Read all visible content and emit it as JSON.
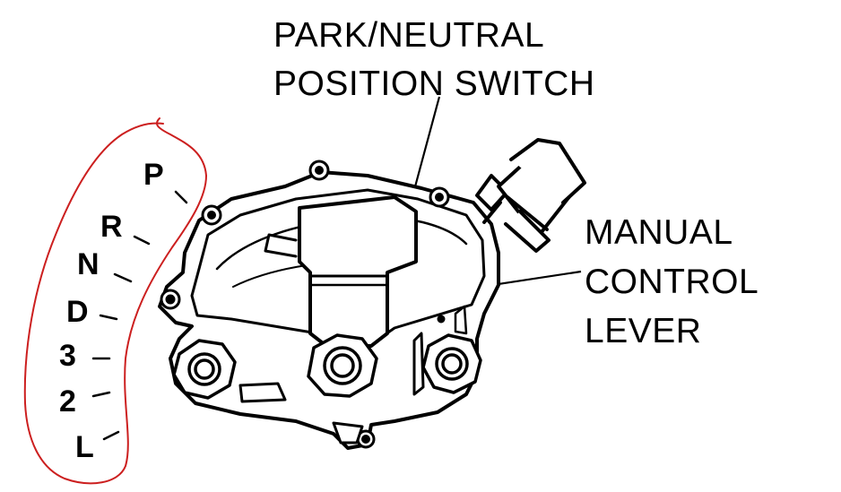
{
  "callouts": {
    "switch": [
      "PARK/NEUTRAL",
      "POSITION SWITCH"
    ],
    "lever": [
      "MANUAL",
      "CONTROL",
      "LEVER"
    ]
  },
  "gear_positions": [
    "P",
    "R",
    "N",
    "D",
    "3",
    "2",
    "L"
  ],
  "colors": {
    "ink": "#000000",
    "annotation": "#cc1f1f",
    "background": "#ffffff"
  }
}
